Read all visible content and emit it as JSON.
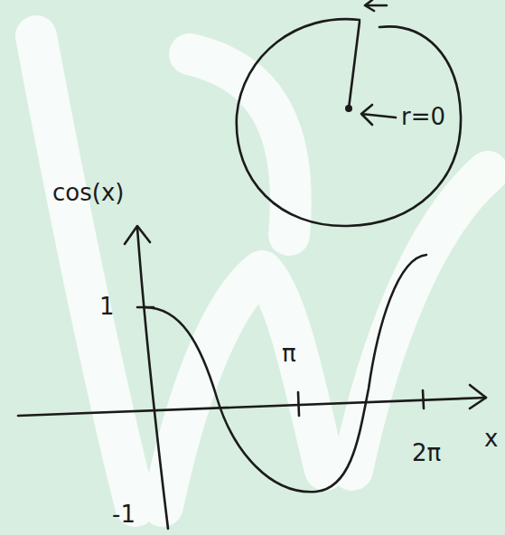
{
  "diagram": {
    "labels": [
      "r=0",
      "cos(x)",
      "1",
      "π",
      "2π",
      "x",
      "-1"
    ]
  }
}
